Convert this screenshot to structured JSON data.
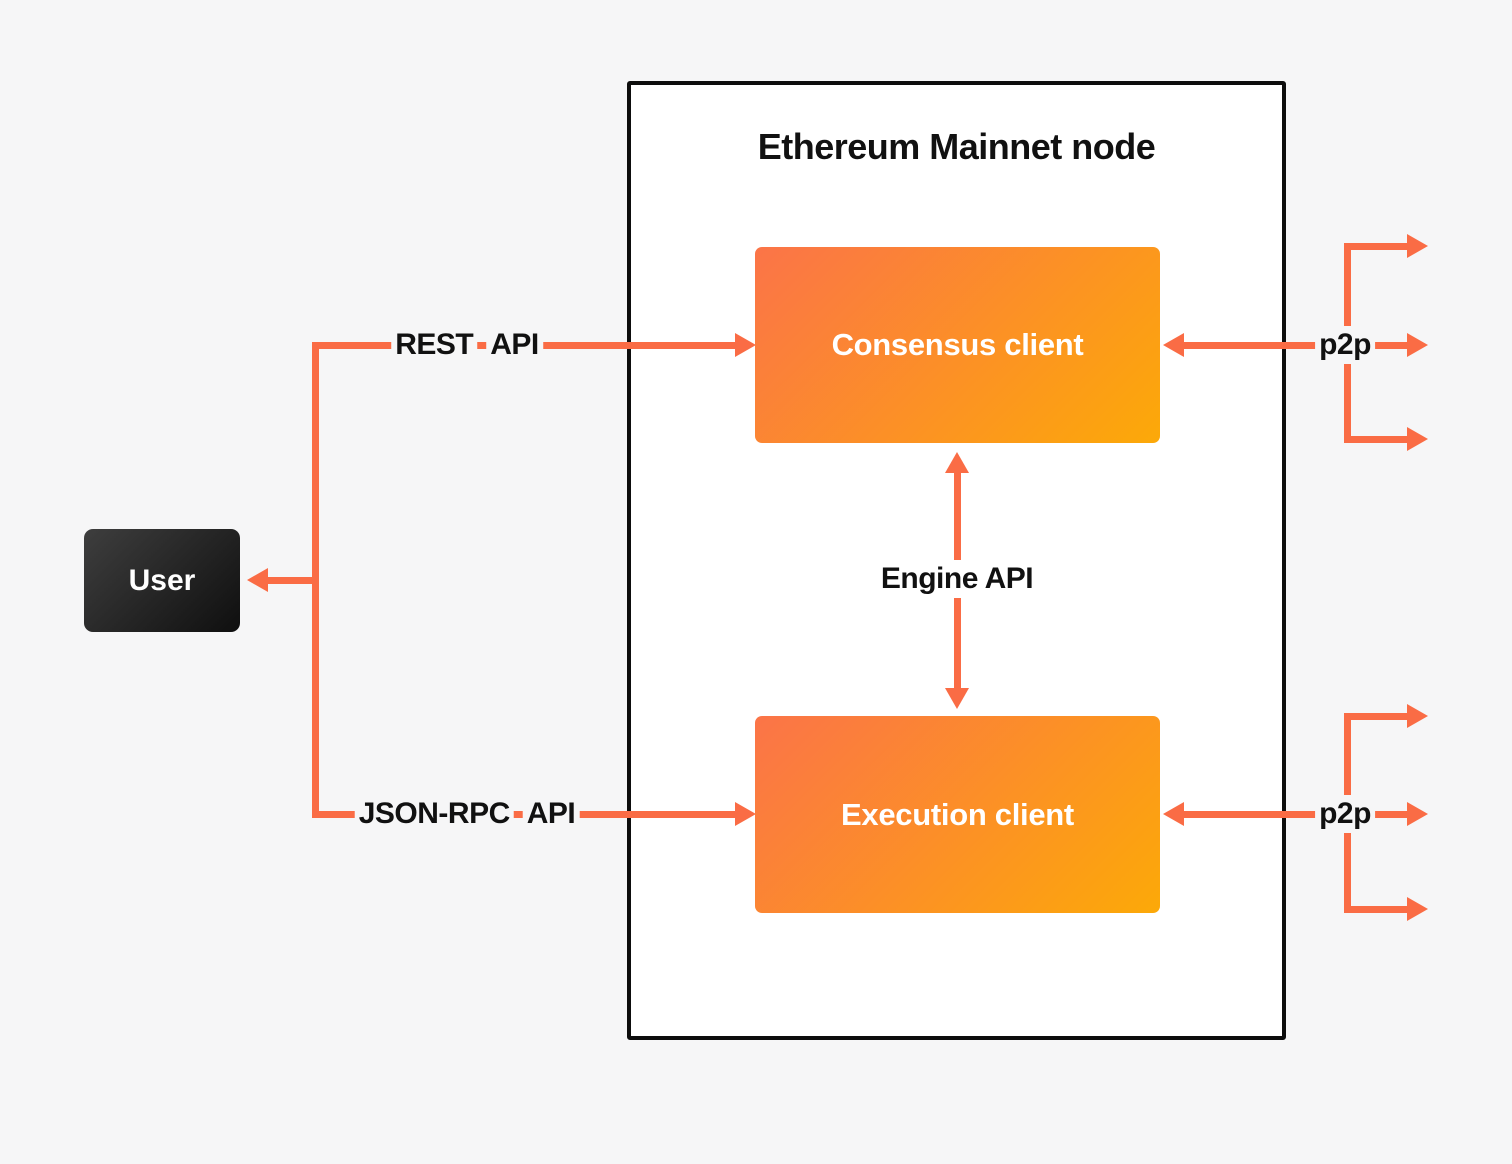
{
  "diagram": {
    "title": "Ethereum Mainnet node"
  },
  "nodes": {
    "user": {
      "label": "User"
    },
    "consensus_client": {
      "label": "Consensus client"
    },
    "execution_client": {
      "label": "Execution client"
    }
  },
  "edges": {
    "rest_api": {
      "label": "REST API",
      "words": [
        "REST",
        "API"
      ]
    },
    "json_rpc_api": {
      "label": "JSON-RPC API",
      "words": [
        "JSON-RPC",
        "API"
      ]
    },
    "engine_api": {
      "label": "Engine API"
    },
    "p2p_consensus": {
      "label": "p2p"
    },
    "p2p_execution": {
      "label": "p2p"
    }
  },
  "colors": {
    "bg": "#f6f6f7",
    "accent": "#fa6c45",
    "node-bg": "#ffffff",
    "node-border": "#0d0d0d",
    "client-grad-start": "#fb7448",
    "client-grad-end": "#fca908",
    "user-grad-start": "#3e3e3e",
    "user-grad-end": "#0f0f0f",
    "label-text": "#111111",
    "box-text": "#ffffff"
  }
}
